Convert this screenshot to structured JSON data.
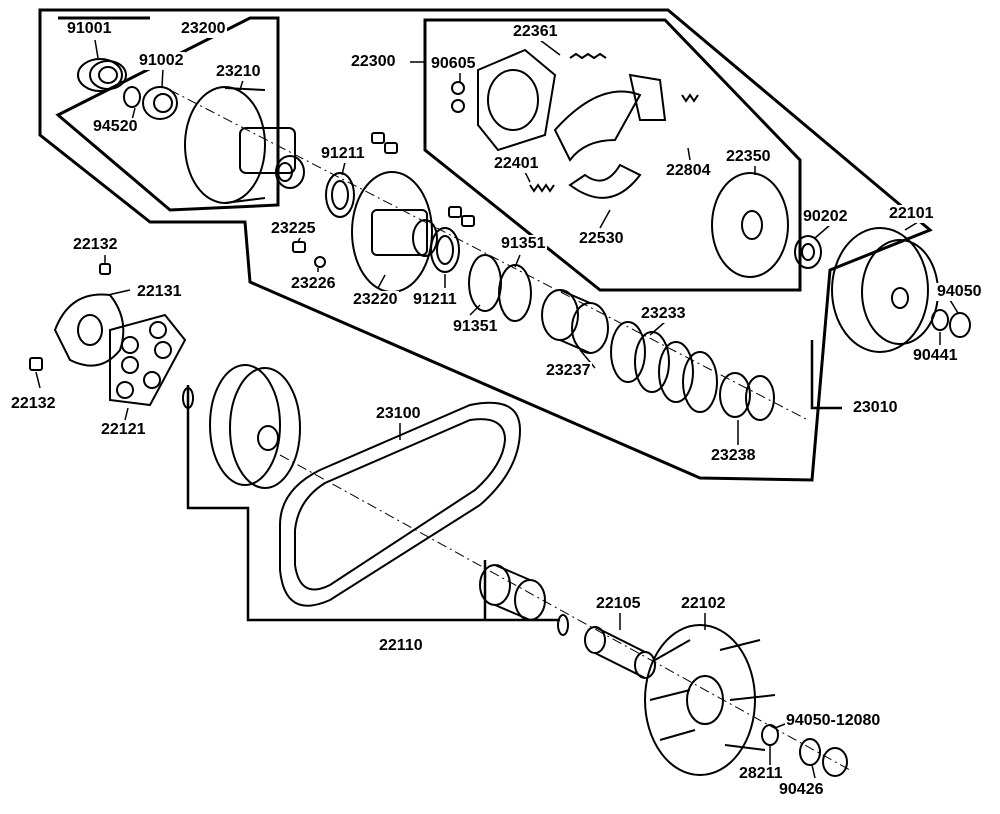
{
  "part_numbers": {
    "n91001": "91001",
    "n23200": "23200",
    "n91002": "91002",
    "n23210": "23210",
    "n94520": "94520",
    "n22300": "22300",
    "n22361": "22361",
    "n90605": "90605",
    "n91211a": "91211",
    "n22401": "22401",
    "n22804": "22804",
    "n22350": "22350",
    "n23225": "23225",
    "n91351a": "91351",
    "n90202": "90202",
    "n22101": "22101",
    "n23226": "23226",
    "n23220": "23220",
    "n91211b": "91211",
    "n22530": "22530",
    "n91351b": "91351",
    "n22132a": "22132",
    "n22131": "22131",
    "n94050": "94050",
    "n23233": "23233",
    "n90441": "90441",
    "n23237": "23237",
    "n22132b": "22132",
    "n22121": "22121",
    "n23010": "23010",
    "n23100": "23100",
    "n23238": "23238",
    "n22105": "22105",
    "n22102": "22102",
    "n22110": "22110",
    "n9405012080": "94050-12080",
    "n28211": "28211",
    "n90426": "90426"
  }
}
